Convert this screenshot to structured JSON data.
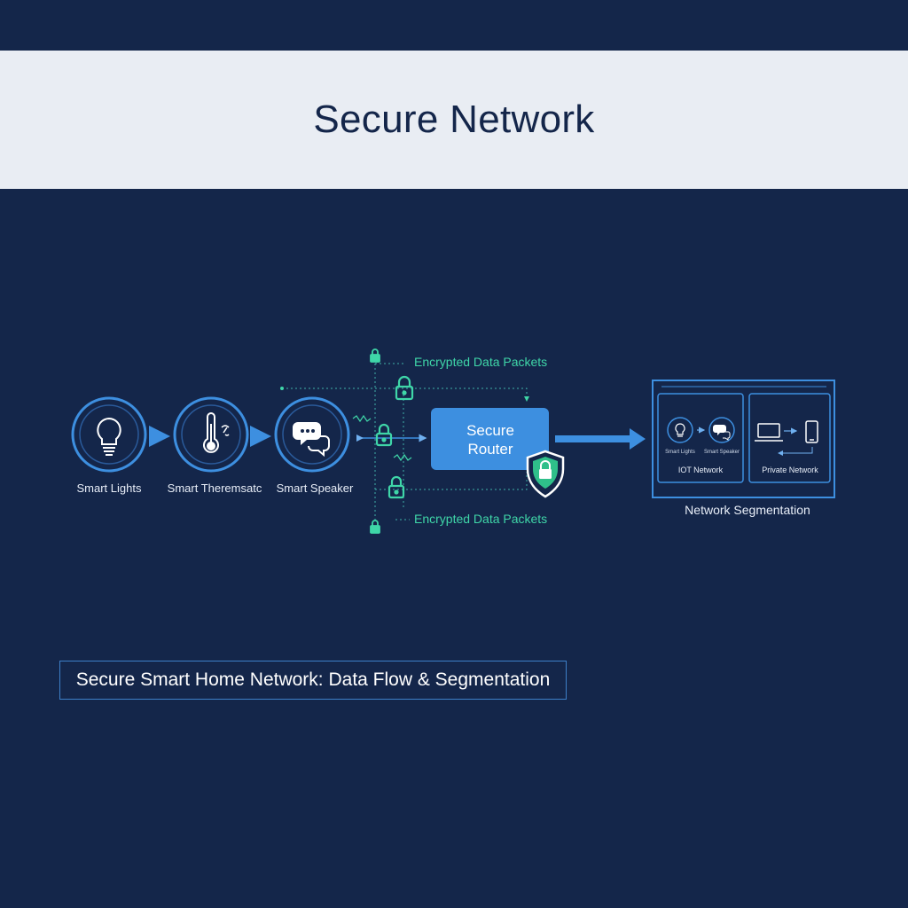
{
  "header": {
    "title": "Secure Network"
  },
  "devices": [
    {
      "label": "Smart Lights",
      "icon": "lightbulb-icon"
    },
    {
      "label": "Smart Theremsatc",
      "icon": "thermometer-icon"
    },
    {
      "label": "Smart Speaker",
      "icon": "chat-bubbles-icon"
    }
  ],
  "packets": {
    "top_label": "Encrypted Data Packets",
    "bottom_label": "Encrypted Data Packets"
  },
  "router": {
    "line1": "Secure",
    "line2": "Router"
  },
  "segmentation": {
    "label": "Network Segmentation",
    "iot": {
      "label": "IOT Network",
      "device1": "Smart Lights",
      "device2": "Smart Speaker"
    },
    "private": {
      "label": "Private Network"
    }
  },
  "caption": "Secure Smart Home Network: Data Flow & Segmentation",
  "colors": {
    "background": "#14264a",
    "header_band": "#e9edf3",
    "accent_blue": "#3d8fe0",
    "router_fill": "#3d8fe0",
    "lock_green": "#3fd6a8"
  }
}
